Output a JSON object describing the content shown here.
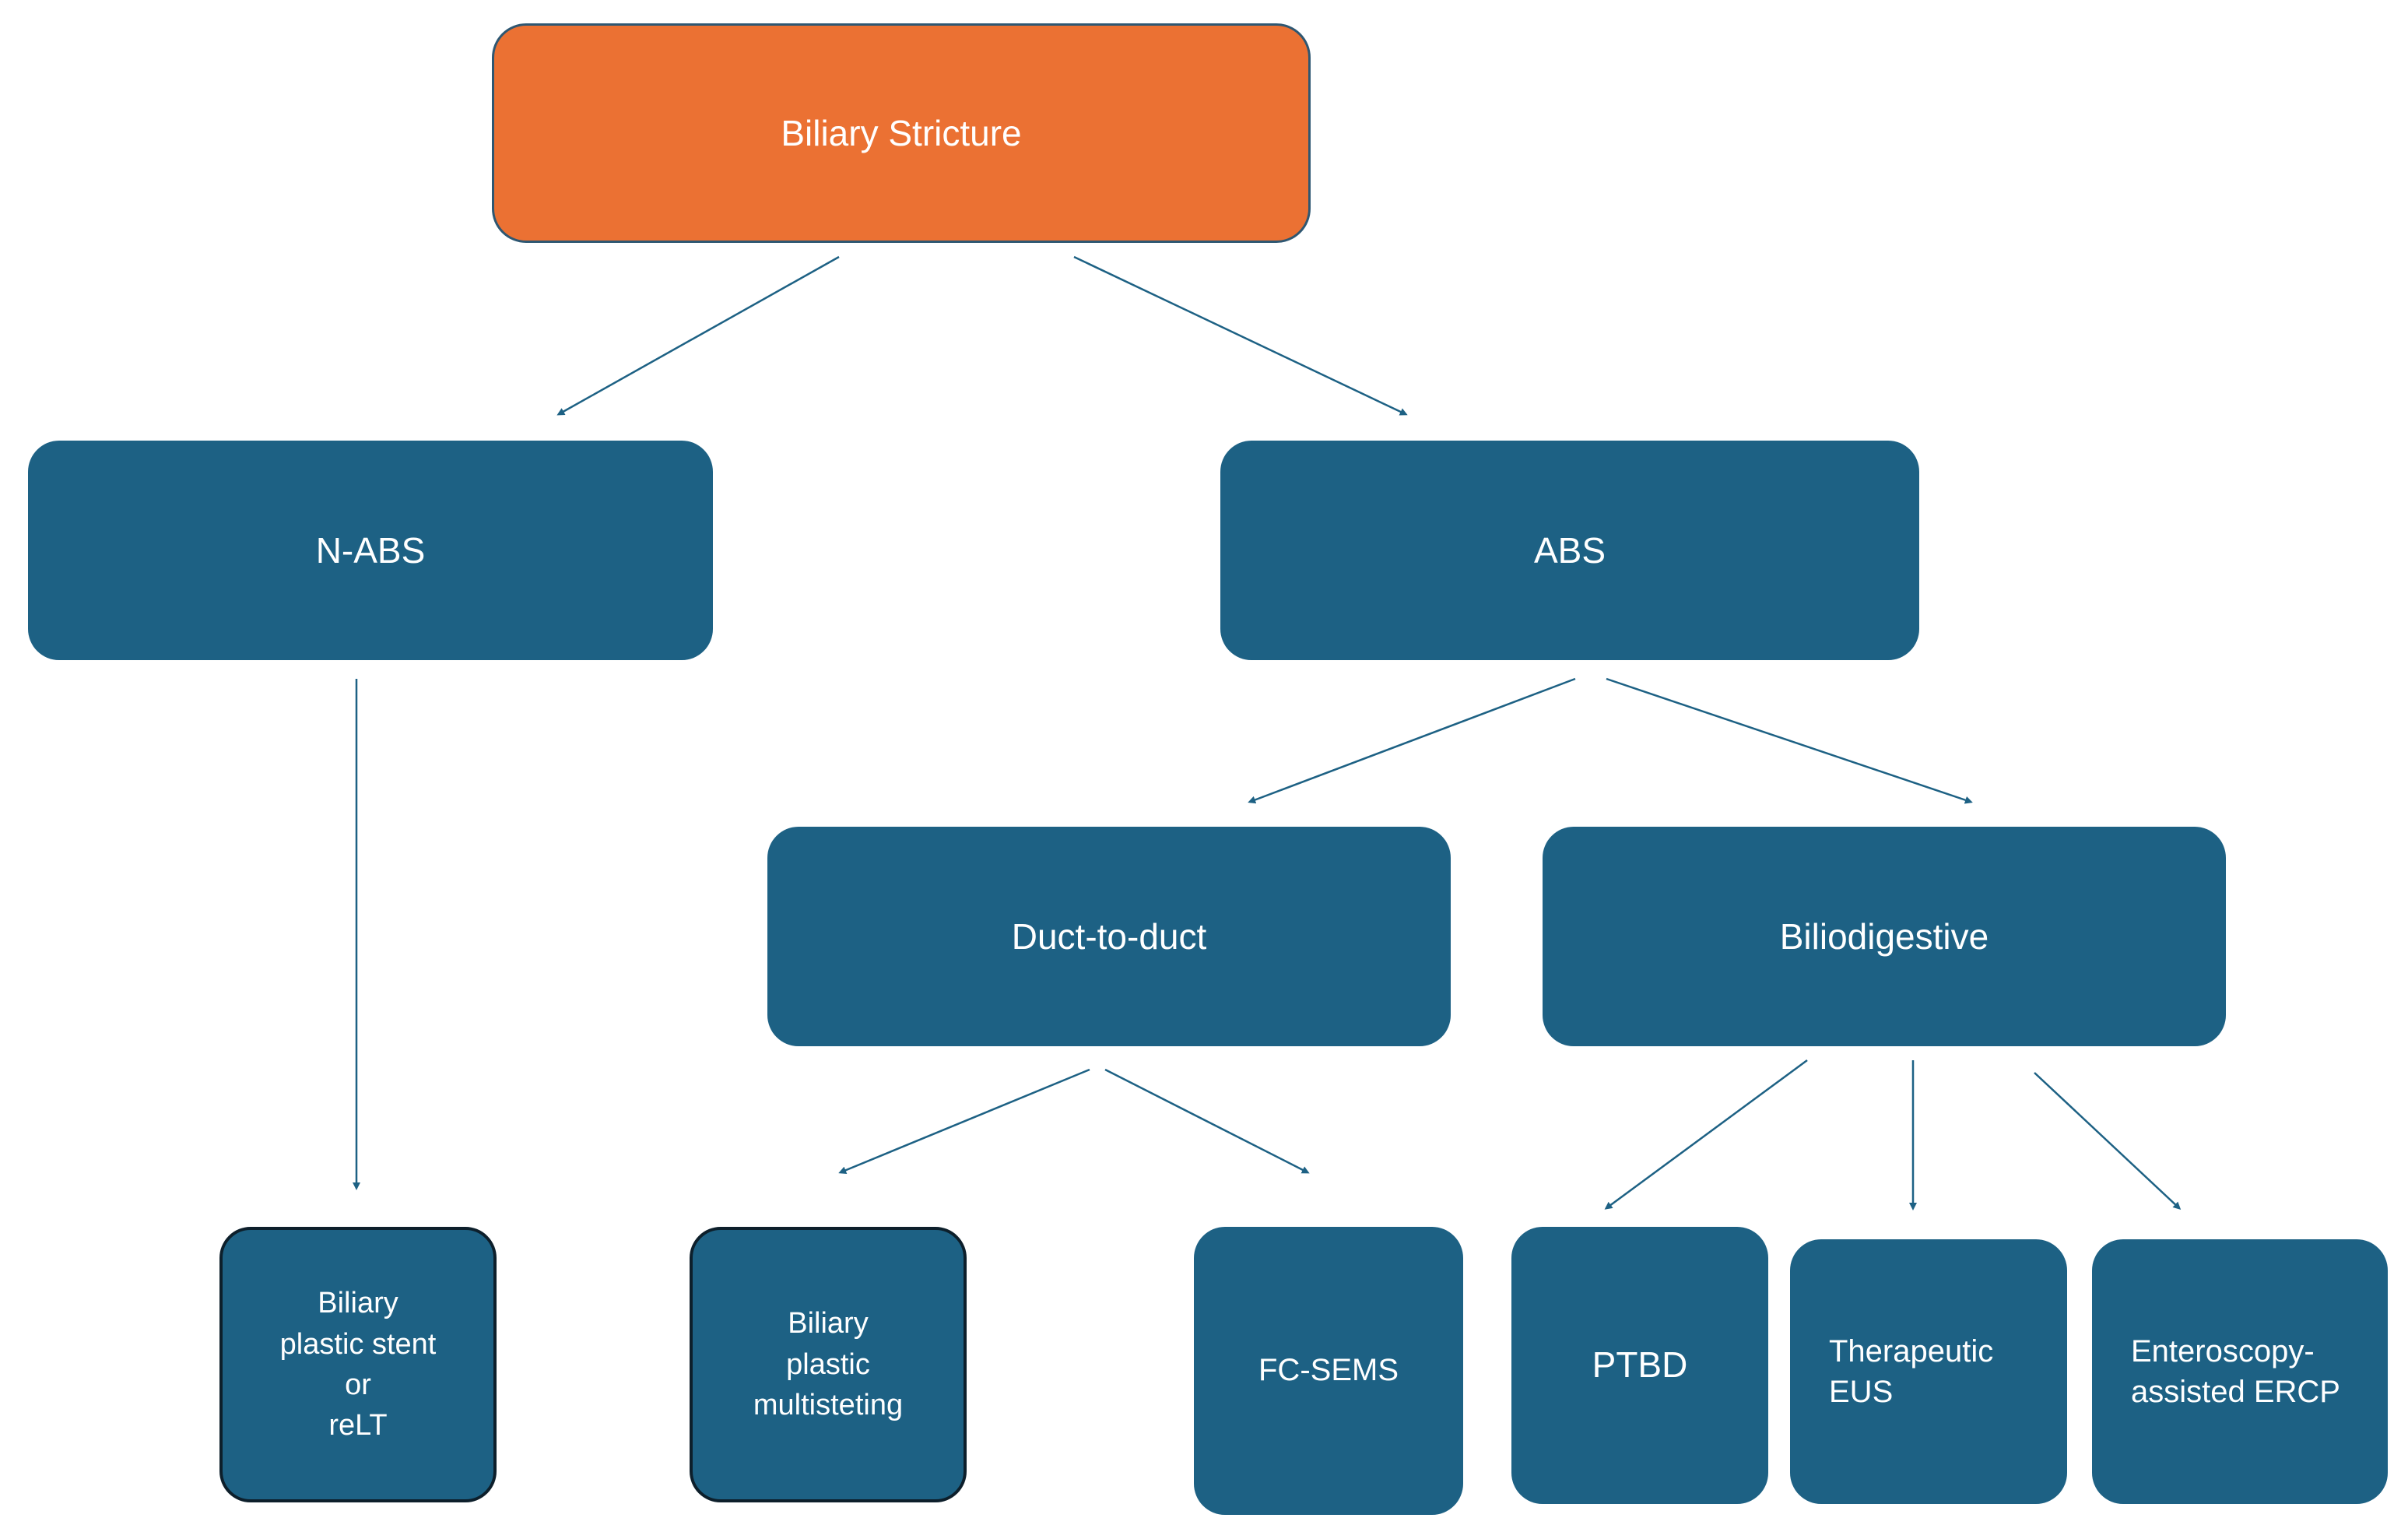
{
  "diagram": {
    "colors": {
      "root_fill": "#eb7133",
      "node_fill": "#1d6184",
      "arrow": "#1d6184",
      "text": "#ffffff"
    },
    "nodes": {
      "root": "Biliary Stricture",
      "nabs": "N-ABS",
      "abs": "ABS",
      "duct_to_duct": "Duct-to-duct",
      "biliodigestive": "Biliodigestive",
      "plastic_stent": "Biliary\nplastic stent\nor\nreLT",
      "multistenting": "Biliary\nplastic\nmultisteting",
      "fc_sems": "FC-SEMS",
      "ptbd": "PTBD",
      "therapeutic_eus": "Therapeutic\nEUS",
      "enteroscopy_ercp": "Enteroscopy-\nassisted ERCP"
    },
    "edges": [
      {
        "from": "root",
        "to": "nabs"
      },
      {
        "from": "root",
        "to": "abs"
      },
      {
        "from": "nabs",
        "to": "plastic_stent"
      },
      {
        "from": "abs",
        "to": "duct_to_duct"
      },
      {
        "from": "abs",
        "to": "biliodigestive"
      },
      {
        "from": "duct_to_duct",
        "to": "multistenting"
      },
      {
        "from": "duct_to_duct",
        "to": "fc_sems"
      },
      {
        "from": "biliodigestive",
        "to": "ptbd"
      },
      {
        "from": "biliodigestive",
        "to": "therapeutic_eus"
      },
      {
        "from": "biliodigestive",
        "to": "enteroscopy_ercp"
      }
    ]
  }
}
